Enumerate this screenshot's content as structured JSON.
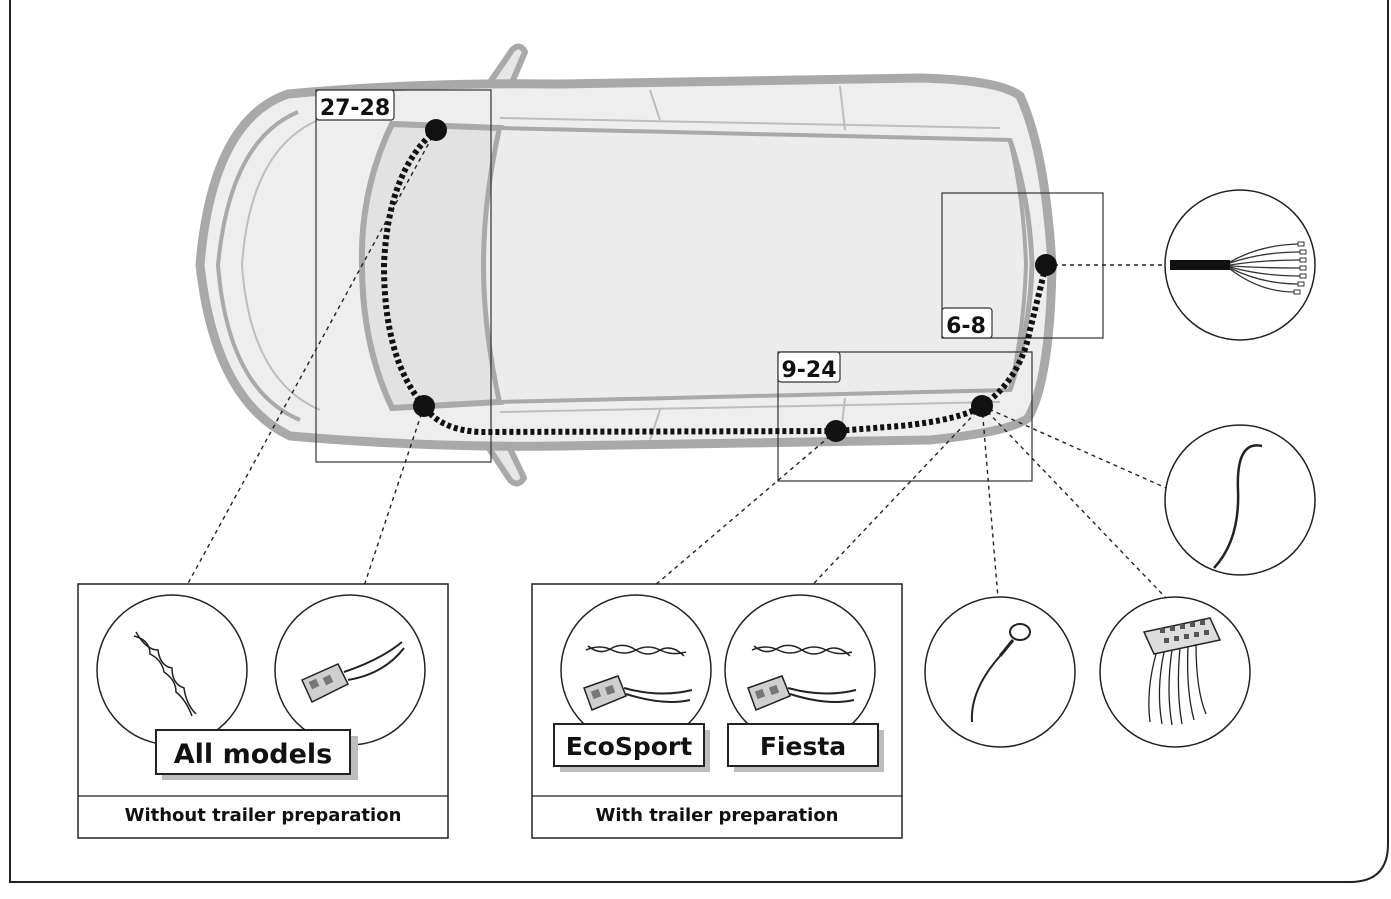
{
  "labels": {
    "zone_front": "27-28",
    "zone_rear": "6-8",
    "zone_side": "9-24"
  },
  "panels": {
    "left": {
      "badge": "All models",
      "caption": "Without trailer preparation"
    },
    "middle": {
      "badge_a": "EcoSport",
      "badge_b": "Fiesta",
      "caption": "With trailer preparation"
    }
  },
  "colors": {
    "outline": "#222222",
    "car_body": "#a9a9a9",
    "car_fill": "#eeeeee",
    "route": "#111111",
    "badge_shadow": "#bdbdbd"
  }
}
